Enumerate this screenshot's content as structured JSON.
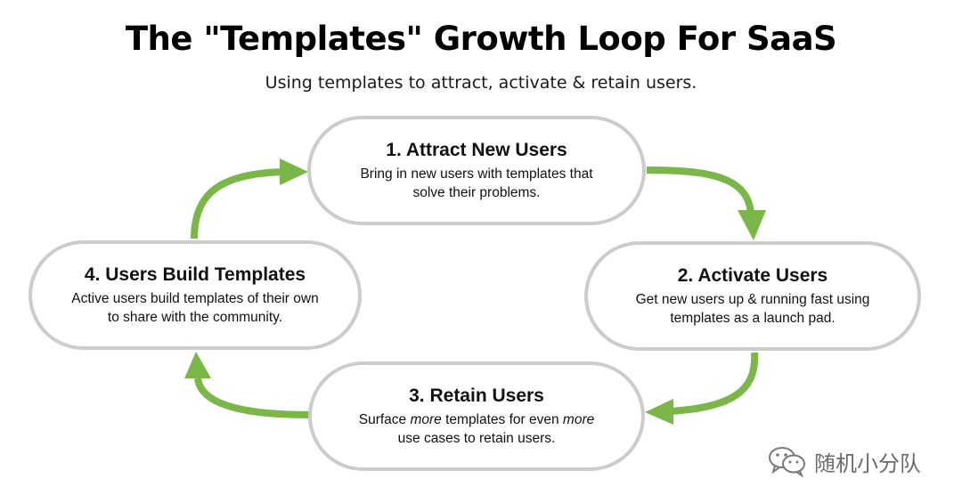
{
  "header": {
    "title": "The \"Templates\" Growth Loop For SaaS",
    "subtitle": "Using templates to attract, activate & retain users."
  },
  "steps": [
    {
      "title": "1. Attract New Users",
      "desc_line1": "Bring in new users with templates that",
      "desc_line2": "solve their problems."
    },
    {
      "title": "2. Activate Users",
      "desc_line1": "Get new users up & running fast using",
      "desc_line2": "templates as a launch pad."
    },
    {
      "title": "3. Retain Users",
      "desc_line1_pre": "Surface ",
      "desc_line1_em1": "more",
      "desc_line1_mid": " templates for even ",
      "desc_line1_em2": "more",
      "desc_line2": "use cases to retain users."
    },
    {
      "title": "4. Users Build Templates",
      "desc_line1": "Active users build templates of their own",
      "desc_line2": "to share with the community."
    }
  ],
  "watermark": {
    "icon": "wechat-icon",
    "text": "随机小分队"
  },
  "colors": {
    "arrow": "#7ab648",
    "pill_border": "#cccccc",
    "text": "#111111"
  }
}
